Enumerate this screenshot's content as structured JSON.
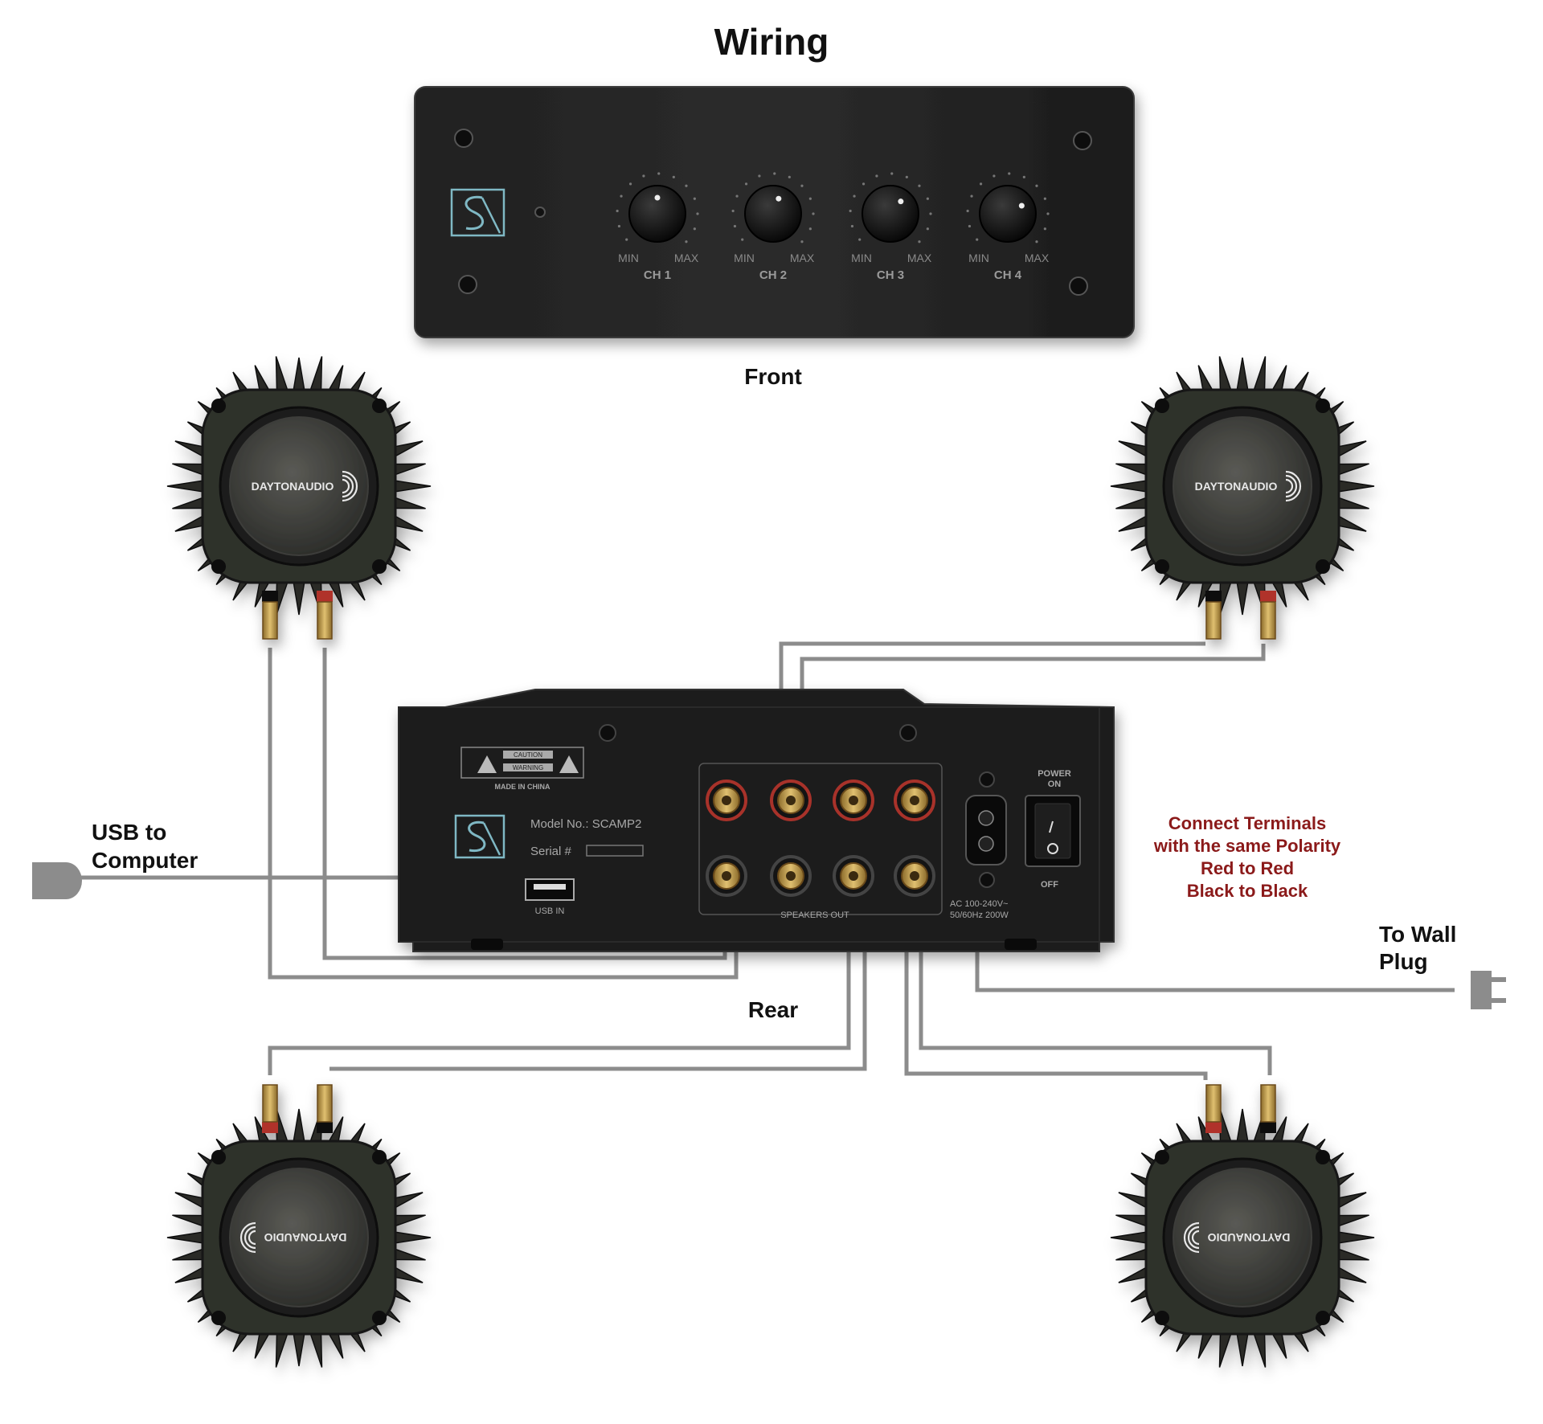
{
  "title": "Wiring",
  "front": {
    "label": "Front",
    "knob_scale_min": "MIN",
    "knob_scale_max": "MAX",
    "channels": [
      "CH 1",
      "CH 2",
      "CH 3",
      "CH 4"
    ]
  },
  "rear": {
    "label": "Rear",
    "warning_title": "CAUTION",
    "warning_sub": "WARNING",
    "made_in": "MADE IN CHINA",
    "model_label": "Model No.: SCAMP2",
    "serial_label": "Serial #",
    "usb_in": "USB IN",
    "speakers_out": "SPEAKERS OUT",
    "power_on": "POWER",
    "power_on2": "ON",
    "power_off": "OFF",
    "ac_rating_1": "AC 100-240V~",
    "ac_rating_2": "50/60Hz 200W"
  },
  "speaker_brand": "DAYTONAUDIO",
  "usb_label": {
    "line1": "USB to",
    "line2": "Computer"
  },
  "wall_label": {
    "line1": "To Wall",
    "line2": "Plug"
  },
  "polarity_note": {
    "line1": "Connect Terminals",
    "line2": "with the same Polarity",
    "line3": "Red to Red",
    "line4": "Black to Black"
  },
  "colors": {
    "wire": "#8c8c8c",
    "note": "#8b1a1a",
    "amp_body": "#1c1c1c",
    "terminal_red": "#c0392b",
    "terminal_gold": "#c9a24a"
  }
}
